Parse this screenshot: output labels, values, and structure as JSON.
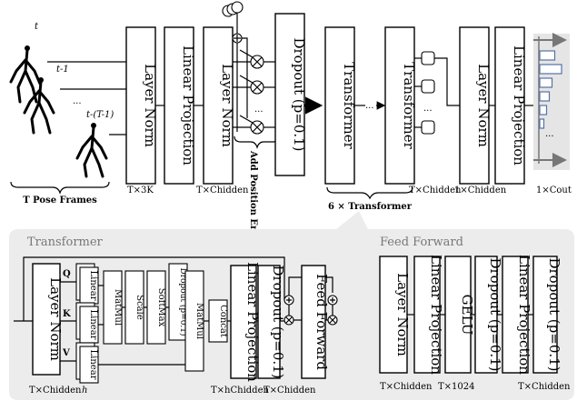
{
  "top": {
    "pose_frames_label": "T Pose Frames",
    "frame_t": "t",
    "frame_t_minus_1": "t-1",
    "frame_t_minus_T_minus_1": "t-(T-1)",
    "layer_norm": "Layer Norm",
    "linear_projection": "Linear Projection",
    "add_position_embedding": "Add Position Embedding",
    "dropout": "Dropout (p=0.1)",
    "transformer": "Transformer",
    "transformer_count": "6 × Transformer",
    "dim_input": "T×3K",
    "dim_hidden": "T×Chidden",
    "dim_token": "1×Chidden",
    "dim_out": "1×Cout",
    "ellipsis": "...",
    "output_bars": [
      0.55,
      0.8,
      0.45,
      0.35,
      0.25,
      0.15
    ]
  },
  "transformer_panel": {
    "title": "Transformer",
    "q": "Q",
    "k": "K",
    "v": "V",
    "linear": "Linear",
    "matmul": "MatMul",
    "scale": "Scale",
    "softmax": "SoftMax",
    "dropout_small": "Dropout (p=0.1)",
    "concat": "Concat",
    "layer_norm": "Layer Norm",
    "linear_projection": "Linear Projection",
    "dropout": "Dropout (p=0.1)",
    "feed_forward": "Feed Forward",
    "h_label": "h",
    "dim_hidden": "T×Chidden",
    "dim_heads": "T×hChidden"
  },
  "ff_panel": {
    "title": "Feed Forward",
    "layer_norm": "Layer Norm",
    "linear_projection": "Linear Projection",
    "gelu": "GELU",
    "dropout": "Dropout (p=0.1)",
    "dim_hidden": "T×Chidden",
    "dim_ff": "T×1024"
  }
}
